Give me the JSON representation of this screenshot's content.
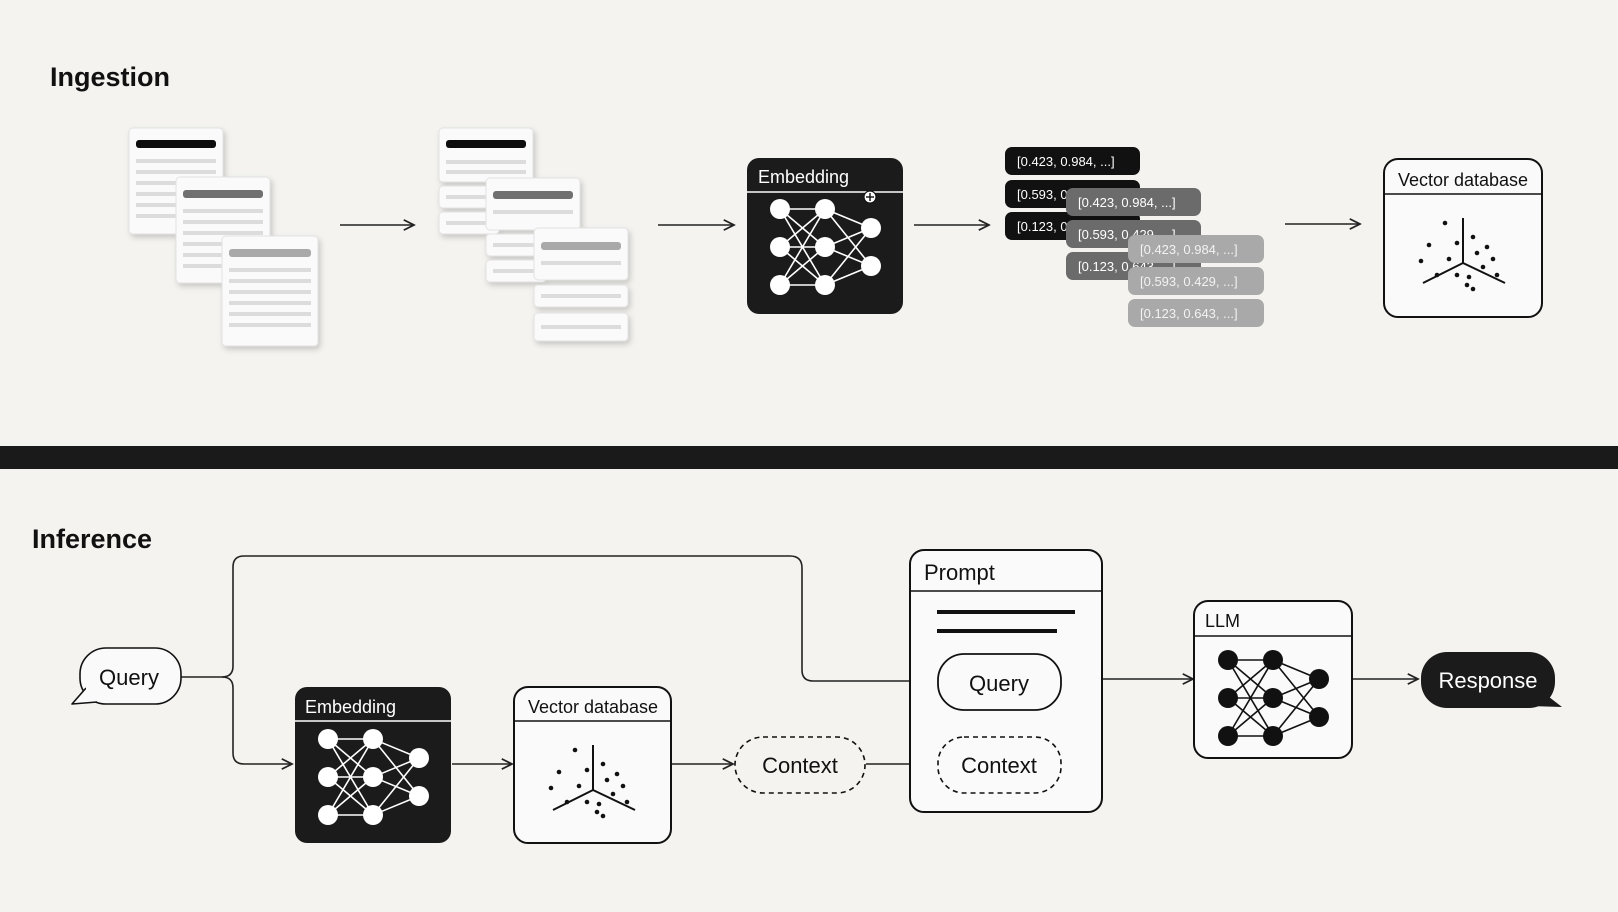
{
  "ingestion": {
    "title": "Ingestion",
    "embedding_label": "Embedding",
    "vectors_dark": [
      "[0.423, 0.984, ...]",
      "[0.593, 0.429, ...]",
      "[0.123, 0.643, ...]"
    ],
    "vectors_mid": [
      "[0.423, 0.984, ...]",
      "[0.593, 0.429, ...]",
      "[0.123, 0.643, ...]"
    ],
    "vectors_light": [
      "[0.423, 0.984, ...]",
      "[0.593, 0.429, ...]",
      "[0.123, 0.643, ...]"
    ],
    "vector_db_label": "Vector database"
  },
  "inference": {
    "title": "Inference",
    "query_label": "Query",
    "embedding_label": "Embedding",
    "vector_db_label": "Vector database",
    "context_label": "Context",
    "prompt_label": "Prompt",
    "prompt_query_label": "Query",
    "prompt_context_label": "Context",
    "llm_label": "LLM",
    "response_label": "Response"
  },
  "colors": {
    "background": "#f4f3ef",
    "ink": "#111111",
    "divider": "#1a1a1a",
    "vector_mid": "#6b6b6b",
    "vector_light": "#a9a9a9"
  }
}
